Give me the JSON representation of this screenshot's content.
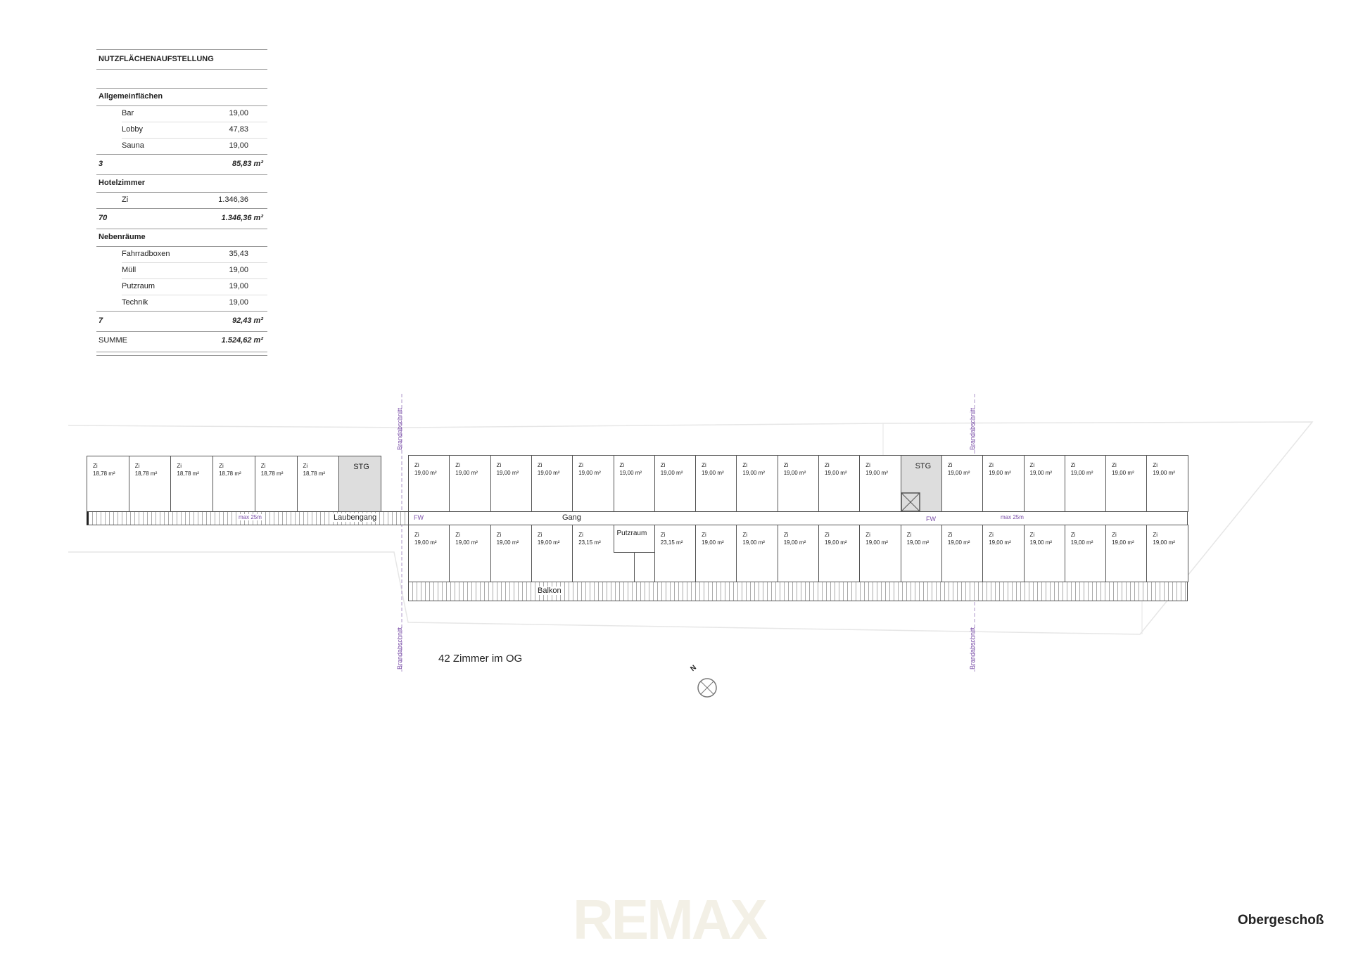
{
  "table": {
    "title": "NUTZFLÄCHENAUFSTELLUNG",
    "groups": [
      {
        "heading": "Allgemeinflächen",
        "items": [
          {
            "name": "Bar",
            "value": "19,00"
          },
          {
            "name": "Lobby",
            "value": "47,83"
          },
          {
            "name": "Sauna",
            "value": "19,00"
          }
        ],
        "count": "3",
        "total": "85,83 m²"
      },
      {
        "heading": "Hotelzimmer",
        "items": [
          {
            "name": "Zi",
            "value": "1.346,36"
          }
        ],
        "count": "70",
        "total": "1.346,36 m²"
      },
      {
        "heading": "Nebenräume",
        "items": [
          {
            "name": "Fahrradboxen",
            "value": "35,43"
          },
          {
            "name": "Müll",
            "value": "19,00"
          },
          {
            "name": "Putzraum",
            "value": "19,00"
          },
          {
            "name": "Technik",
            "value": "19,00"
          }
        ],
        "count": "7",
        "total": "92,43 m²"
      }
    ],
    "sum_label": "SUMME",
    "sum_value": "1.524,62 m²"
  },
  "plan": {
    "left_rooms": [
      {
        "name": "Zi",
        "area": "18,78 m²"
      },
      {
        "name": "Zi",
        "area": "18,78 m²"
      },
      {
        "name": "Zi",
        "area": "18,78 m²"
      },
      {
        "name": "Zi",
        "area": "18,78 m²"
      },
      {
        "name": "Zi",
        "area": "18,78 m²"
      },
      {
        "name": "Zi",
        "area": "18,78 m²"
      },
      {
        "name": "STG",
        "area": "",
        "type": "stg"
      }
    ],
    "top_rooms": [
      {
        "name": "Zi",
        "area": "19,00 m²"
      },
      {
        "name": "Zi",
        "area": "19,00 m²"
      },
      {
        "name": "Zi",
        "area": "19,00 m²"
      },
      {
        "name": "Zi",
        "area": "19,00 m²"
      },
      {
        "name": "Zi",
        "area": "19,00 m²"
      },
      {
        "name": "Zi",
        "area": "19,00 m²"
      },
      {
        "name": "Zi",
        "area": "19,00 m²"
      },
      {
        "name": "Zi",
        "area": "19,00 m²"
      },
      {
        "name": "Zi",
        "area": "19,00 m²"
      },
      {
        "name": "Zi",
        "area": "19,00 m²"
      },
      {
        "name": "Zi",
        "area": "19,00 m²"
      },
      {
        "name": "Zi",
        "area": "19,00 m²"
      },
      {
        "name": "STG",
        "area": "",
        "type": "stg"
      },
      {
        "name": "Zi",
        "area": "19,00 m²"
      },
      {
        "name": "Zi",
        "area": "19,00 m²"
      },
      {
        "name": "Zi",
        "area": "19,00 m²"
      },
      {
        "name": "Zi",
        "area": "19,00 m²"
      },
      {
        "name": "Zi",
        "area": "19,00 m²"
      },
      {
        "name": "Zi",
        "area": "19,00 m²"
      }
    ],
    "bottom_rooms": [
      {
        "name": "Zi",
        "area": "19,00 m²"
      },
      {
        "name": "Zi",
        "area": "19,00 m²"
      },
      {
        "name": "Zi",
        "area": "19,00 m²"
      },
      {
        "name": "Zi",
        "area": "19,00 m²"
      },
      {
        "name": "Zi",
        "area": "23,15 m²"
      },
      {
        "name": "Putzraum",
        "area": "",
        "type": "putz"
      },
      {
        "name": "Zi",
        "area": "23,15 m²"
      },
      {
        "name": "Zi",
        "area": "19,00 m²"
      },
      {
        "name": "Zi",
        "area": "19,00 m²"
      },
      {
        "name": "Zi",
        "area": "19,00 m²"
      },
      {
        "name": "Zi",
        "area": "19,00 m²"
      },
      {
        "name": "Zi",
        "area": "19,00 m²"
      },
      {
        "name": "Zi",
        "area": "19,00 m²"
      },
      {
        "name": "Zi",
        "area": "19,00 m²"
      },
      {
        "name": "Zi",
        "area": "19,00 m²"
      },
      {
        "name": "Zi",
        "area": "19,00 m²"
      },
      {
        "name": "Zi",
        "area": "19,00 m²"
      },
      {
        "name": "Zi",
        "area": "19,00 m²"
      },
      {
        "name": "Zi",
        "area": "19,00 m²"
      }
    ],
    "laubengang": "Laubengang",
    "gang": "Gang",
    "balkon": "Balkon",
    "fw": "FW",
    "escape_left": "max 25m",
    "escape_right": "max 25m",
    "brandabschnitt": "Brandabschnitt",
    "north": "N",
    "room_count_note": "42 Zimmer im OG"
  },
  "watermark": "REMAX",
  "floor_label": "Obergeschoß",
  "colors": {
    "line": "#555555",
    "stair": "#dddddd",
    "fire": "#7a4ea8",
    "watermark": "#f3f0e6"
  }
}
